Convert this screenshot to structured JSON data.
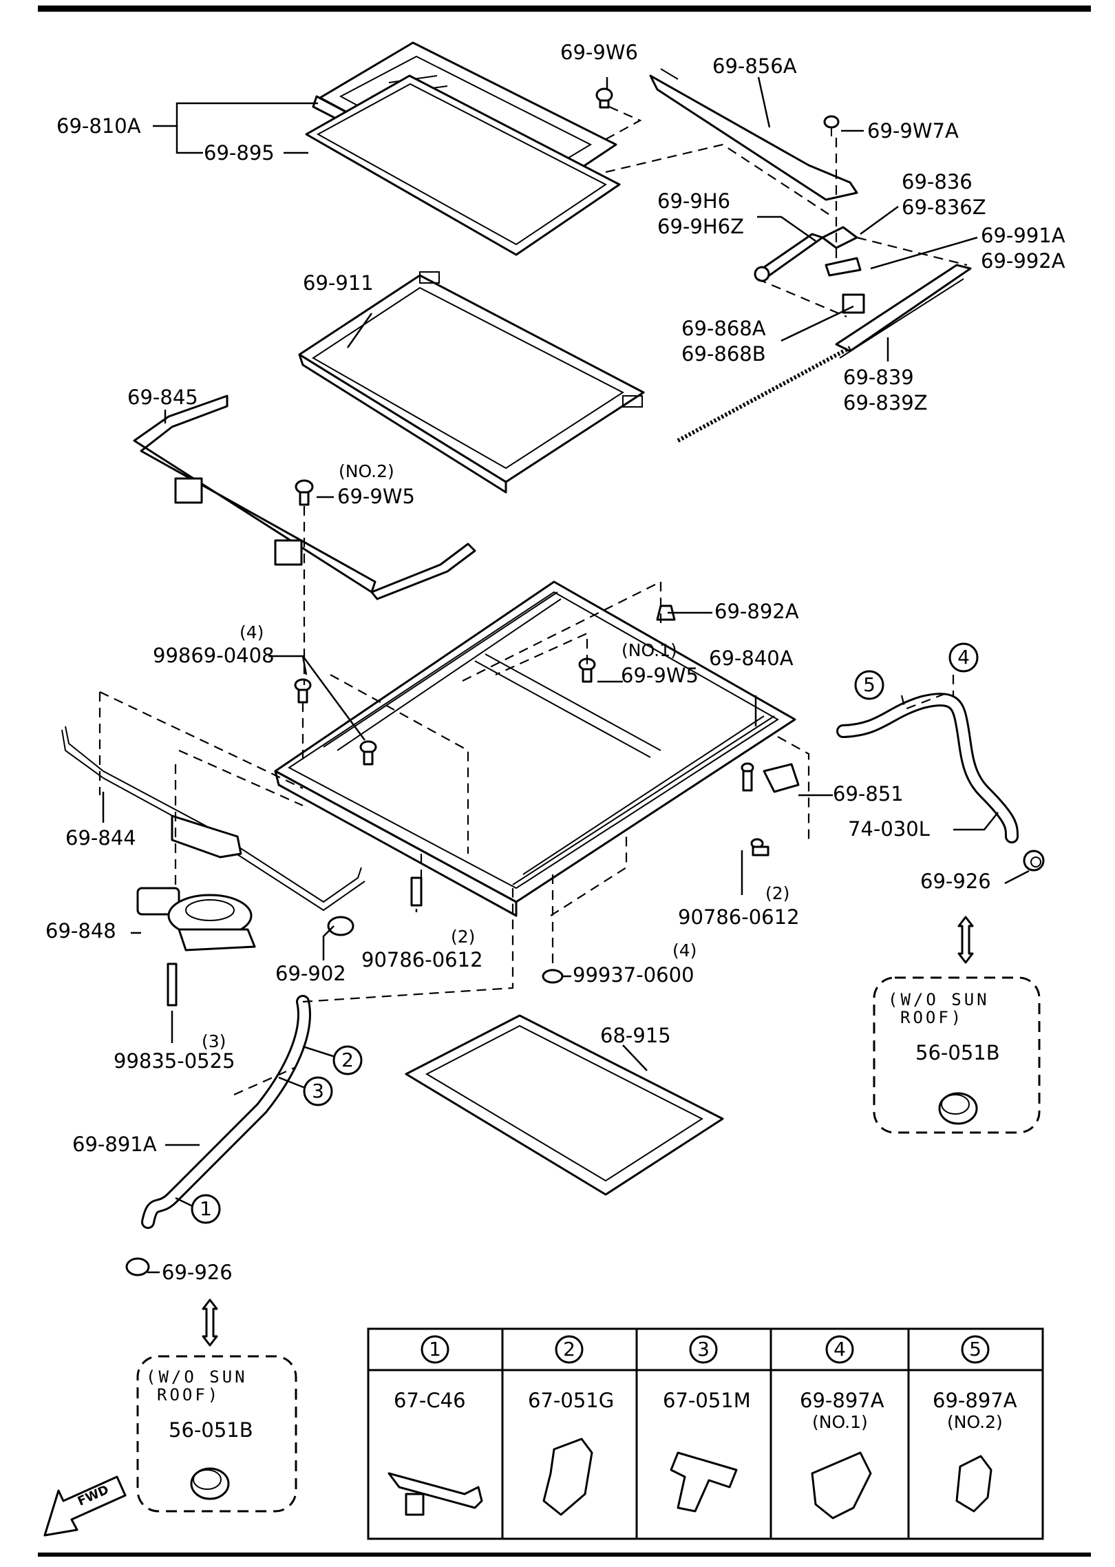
{
  "parts": {
    "p810A": "69-810A",
    "p895": "69-895",
    "p9W6": "69-9W6",
    "p856A": "69-856A",
    "p9W7A": "69-9W7A",
    "p836": "69-836",
    "p836Z": "69-836Z",
    "p9H6": "69-9H6",
    "p9H6Z": "69-9H6Z",
    "p991A": "69-991A",
    "p992A": "69-992A",
    "p911": "69-911",
    "p868A": "69-868A",
    "p868B": "69-868B",
    "p845": "69-845",
    "p839": "69-839",
    "p839Z": "69-839Z",
    "p9W5_no2_qty": "(NO.2)",
    "p9W5_no2": "69-9W5",
    "p892A": "69-892A",
    "b99869_qty": "(4)",
    "b99869": "99869-0408",
    "p9W5_no1_qty": "(NO.1)",
    "p9W5_no1": "69-9W5",
    "p840A": "69-840A",
    "p851": "69-851",
    "p74030L": "74-030L",
    "p844": "69-844",
    "p926_right": "69-926",
    "b90786_right_qty": "(2)",
    "b90786_right": "90786-0612",
    "p848": "69-848",
    "p902": "69-902",
    "b90786_left_qty": "(2)",
    "b90786_left": "90786-0612",
    "n99937_qty": "(4)",
    "n99937": "99937-0600",
    "b99835_qty": "(3)",
    "b99835": "99835-0525",
    "p915": "68-915",
    "p891A": "69-891A",
    "p926_left": "69-926",
    "callout1": "1",
    "callout2": "2",
    "callout3": "3",
    "callout4": "4",
    "callout5": "5"
  },
  "variant_boxes": [
    {
      "note_line1": "(W/O  SUN",
      "note_line2": "ROOF)",
      "part": "56-051B"
    },
    {
      "note_line1": "(W/O  SUN",
      "note_line2": "ROOF)",
      "part": "56-051B"
    }
  ],
  "fwd_label": "FWD",
  "clip_table": [
    {
      "key": "1",
      "part": "67-C46",
      "sub": ""
    },
    {
      "key": "2",
      "part": "67-051G",
      "sub": ""
    },
    {
      "key": "3",
      "part": "67-051M",
      "sub": ""
    },
    {
      "key": "4",
      "part": "69-897A",
      "sub": "(NO.1)"
    },
    {
      "key": "5",
      "part": "69-897A",
      "sub": "(NO.2)"
    }
  ]
}
